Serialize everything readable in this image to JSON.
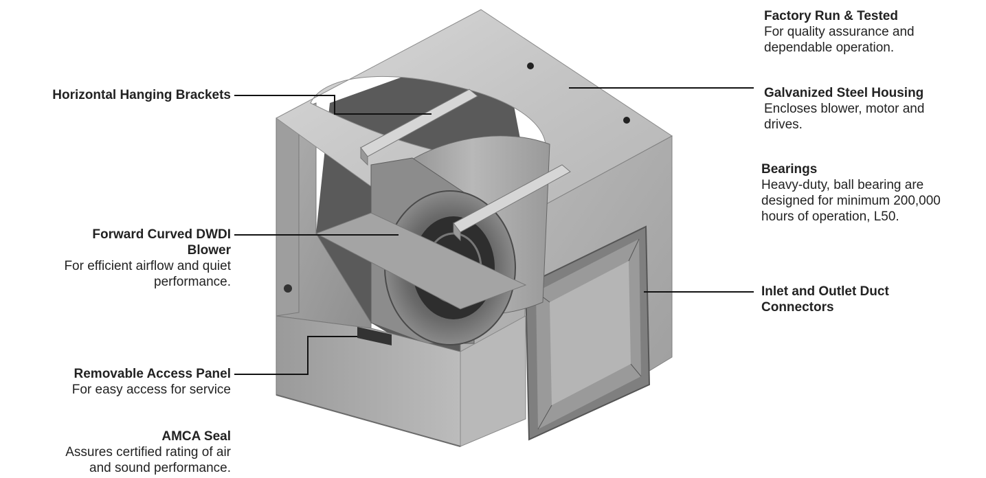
{
  "callouts": {
    "factory_run": {
      "title": "Factory Run & Tested",
      "desc_1": "For quality assurance and",
      "desc_2": "dependable operation."
    },
    "horizontal_brackets": {
      "title": "Horizontal Hanging Brackets"
    },
    "galvanized_housing": {
      "title": "Galvanized Steel Housing",
      "desc_1": "Encloses blower, motor and",
      "desc_2": "drives."
    },
    "bearings": {
      "title": "Bearings",
      "desc_1": "Heavy-duty, ball bearing are",
      "desc_2": "designed for minimum 200,000",
      "desc_3": "hours of operation, L50."
    },
    "forward_curved": {
      "title_1": "Forward Curved DWDI",
      "title_2": "Blower",
      "desc_1": "For efficient airflow and quiet",
      "desc_2": "performance."
    },
    "inlet_outlet": {
      "title_1": "Inlet and Outlet Duct",
      "title_2": "Connectors"
    },
    "access_panel": {
      "title": "Removable Access Panel",
      "desc_1": "For easy access for service"
    },
    "amca_seal": {
      "title": "AMCA Seal",
      "desc_1": "Assures certified rating of air",
      "desc_2": "and sound performance."
    }
  },
  "colors": {
    "steel_light": "#c9c9c9",
    "steel_mid": "#a8a8a8",
    "steel_dark": "#6e6e6e",
    "leader_line": "#111111",
    "text": "#222222"
  }
}
